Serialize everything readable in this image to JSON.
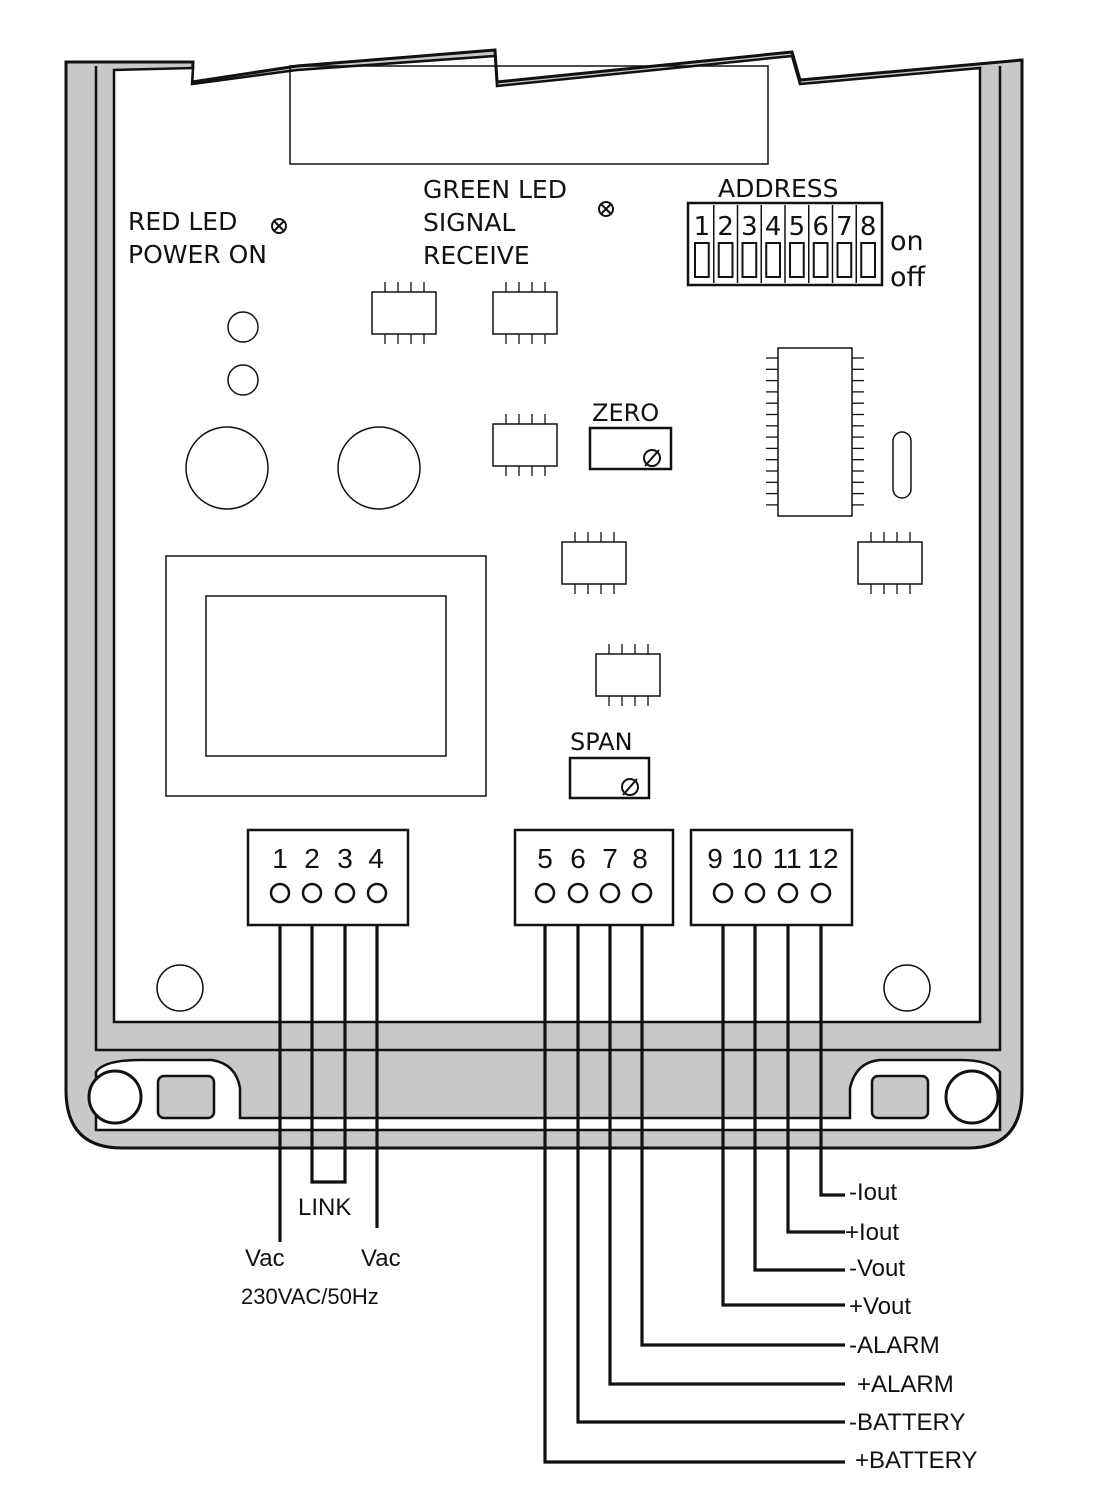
{
  "leds": {
    "red_line1": "RED LED",
    "red_line2": "POWER ON",
    "green_line1": "GREEN LED",
    "green_line2": "SIGNAL",
    "green_line3": "RECEIVE"
  },
  "address": {
    "title": "ADDRESS",
    "switches": [
      "1",
      "2",
      "3",
      "4",
      "5",
      "6",
      "7",
      "8"
    ],
    "on_label": "on",
    "off_label": "off"
  },
  "pots": {
    "zero": "ZERO",
    "span": "SPAN"
  },
  "terminal_blocks": [
    {
      "numbers": [
        "1",
        "2",
        "3",
        "4"
      ]
    },
    {
      "numbers": [
        "5",
        "6",
        "7",
        "8"
      ]
    },
    {
      "numbers": [
        "9",
        "10",
        "11",
        "12"
      ]
    }
  ],
  "power_wiring": {
    "link": "LINK",
    "vac_left": "Vac",
    "vac_right": "Vac",
    "supply": "230VAC/50Hz"
  },
  "output_labels": [
    "-Iout",
    "+Iout",
    "-Vout",
    "+Vout",
    "-ALARM",
    "+ALARM",
    "-BATTERY",
    "+BATTERY"
  ],
  "colors": {
    "line": "#111111",
    "housing": "#c8c8c8",
    "background": "#ffffff"
  }
}
